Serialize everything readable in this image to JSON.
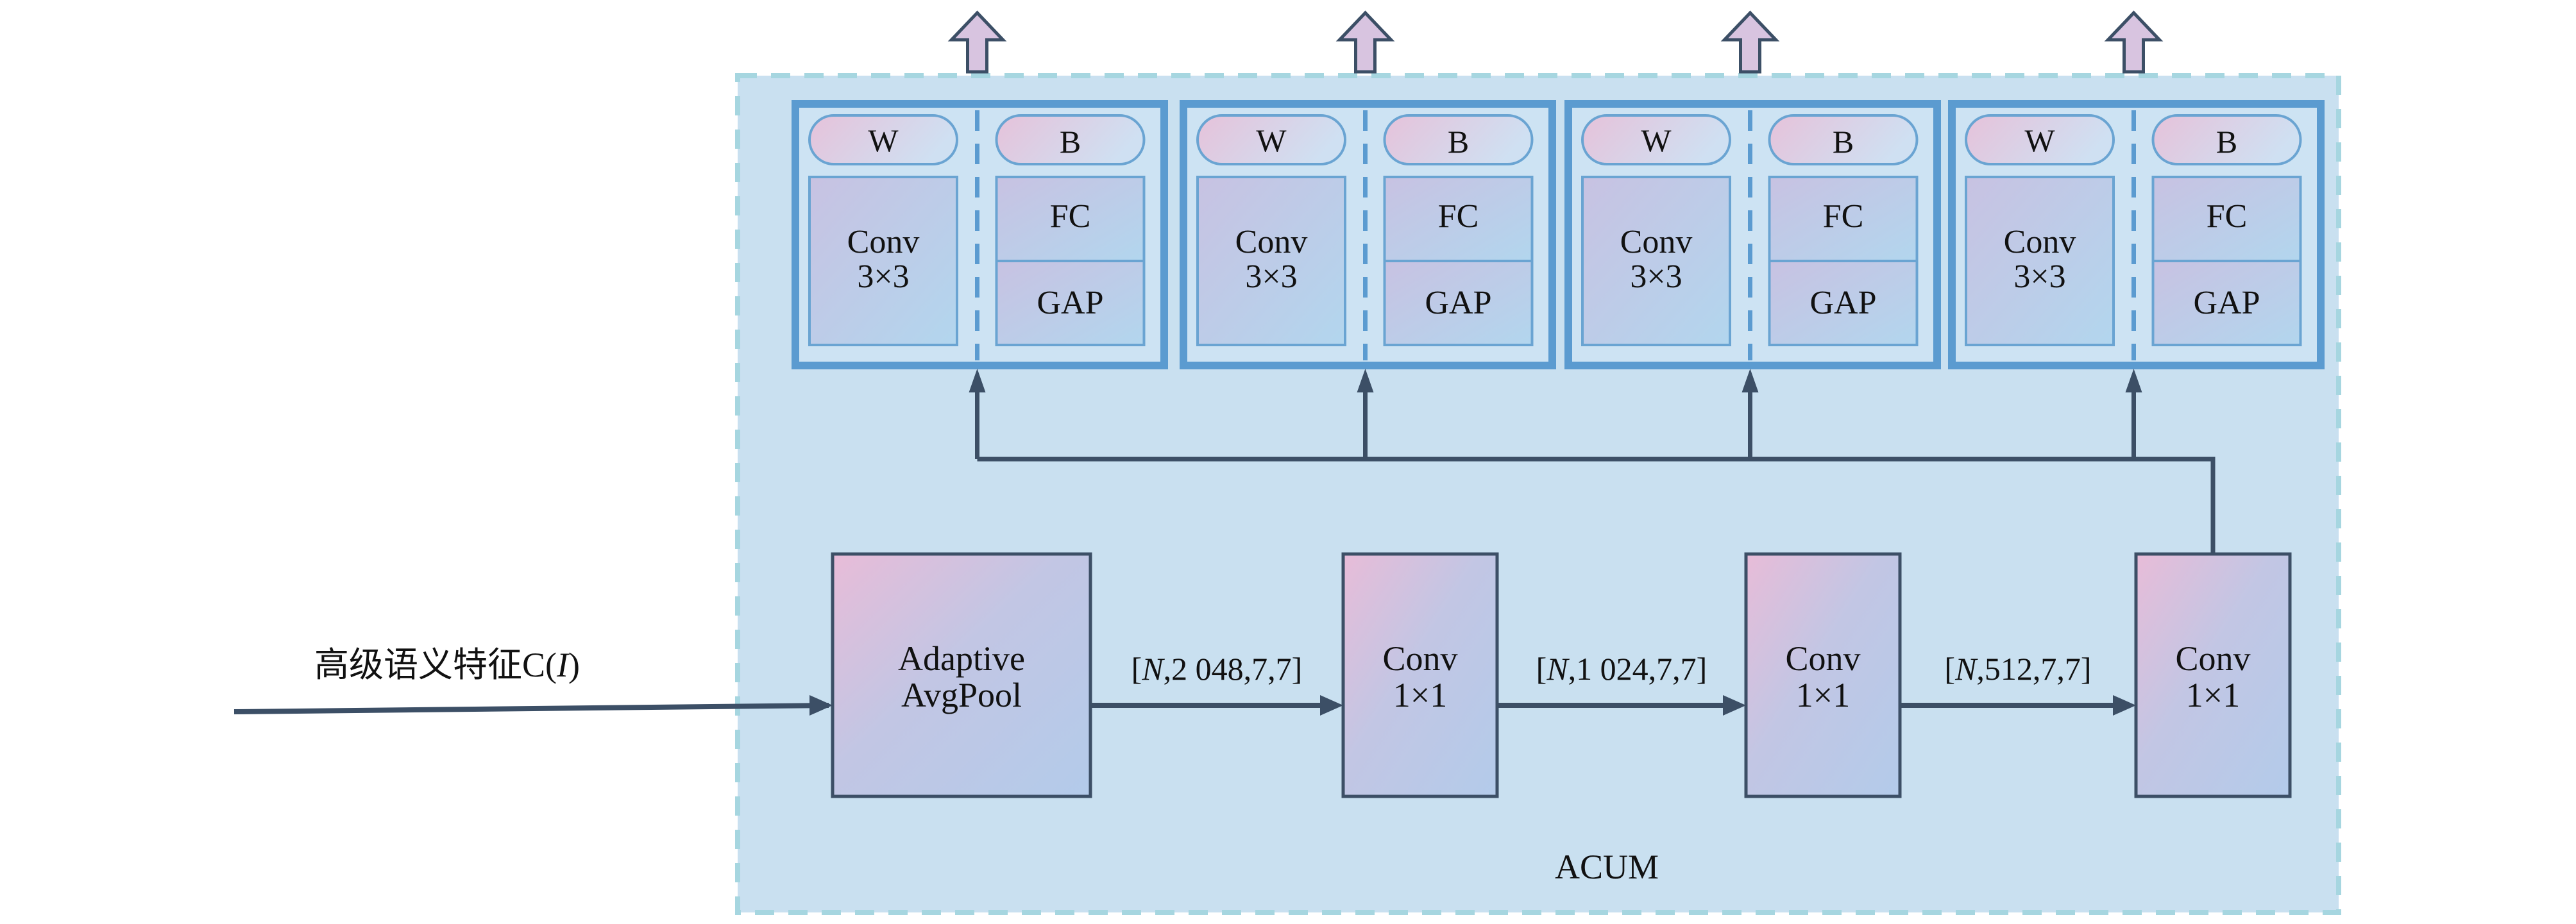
{
  "diagram": {
    "container_label": "ACUM",
    "input_label": "高级语义特征C(",
    "input_label_italic": "I",
    "input_label_close": ")",
    "modules": [
      {
        "w_label": "W",
        "b_label": "B",
        "conv_line1": "Conv",
        "conv_line2": "3×3",
        "fc_label": "FC",
        "gap_label": "GAP"
      },
      {
        "w_label": "W",
        "b_label": "B",
        "conv_line1": "Conv",
        "conv_line2": "3×3",
        "fc_label": "FC",
        "gap_label": "GAP"
      },
      {
        "w_label": "W",
        "b_label": "B",
        "conv_line1": "Conv",
        "conv_line2": "3×3",
        "fc_label": "FC",
        "gap_label": "GAP"
      },
      {
        "w_label": "W",
        "b_label": "B",
        "conv_line1": "Conv",
        "conv_line2": "3×3",
        "fc_label": "FC",
        "gap_label": "GAP"
      }
    ],
    "blocks": [
      {
        "line1": "Adaptive",
        "line2": "AvgPool"
      },
      {
        "line1": "Conv",
        "line2": "1×1"
      },
      {
        "line1": "Conv",
        "line2": "1×1"
      },
      {
        "line1": "Conv",
        "line2": "1×1"
      }
    ],
    "edges": [
      {
        "pre": "[",
        "italic": "N",
        "post": ",2 048,7,7]"
      },
      {
        "pre": "[",
        "italic": "N",
        "post": ",1 024,7,7]"
      },
      {
        "pre": "[",
        "italic": "N",
        "post": ",512,7,7]"
      }
    ],
    "colors": {
      "container_fill": "#c9e0f0",
      "container_dash": "#a8d8e0",
      "module_border": "#5b9bd0",
      "module_fill": "#cde3f3",
      "arrow_dark": "#3c4f66",
      "output_arrow_fill": "#d8c4e0",
      "block_pink": "#e6bcd8",
      "block_blue": "#b4cbea"
    }
  }
}
